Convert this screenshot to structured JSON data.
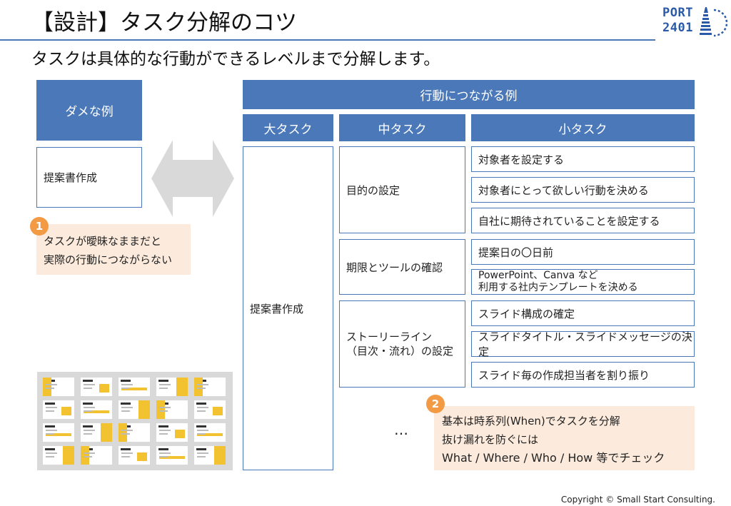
{
  "header": {
    "title": "【設計】タスク分解のコツ",
    "subtitle": "タスクは具体的な行動ができるレベルまで分解します。",
    "logo_line1": "PORT",
    "logo_line2": "2401"
  },
  "bad_example": {
    "header": "ダメな例",
    "cell": "提案書作成",
    "note_number": "1",
    "note_line1": "タスクが曖昧なままだと",
    "note_line2": "実際の行動につながらない"
  },
  "good_example": {
    "header": "行動につながる例",
    "columns": [
      "大タスク",
      "中タスク",
      "小タスク"
    ],
    "large_task": "提案書作成",
    "mid_tasks": [
      {
        "label": "目的の設定"
      },
      {
        "label": "期限とツールの確認"
      },
      {
        "label_line1": "ストーリーライン",
        "label_line2": "（目次・流れ）の設定"
      }
    ],
    "small_tasks": [
      "対象者を設定する",
      "対象者にとって欲しい行動を決める",
      "自社に期待されていることを設定する",
      "提案日の〇日前",
      "PowerPoint、Canva など",
      "利用する社内テンプレートを決める",
      "スライド構成の確定",
      "スライドタイトル・スライドメッセージの決定",
      "スライド毎の作成担当者を割り振り"
    ],
    "ellipsis": "…",
    "note_number": "2",
    "note_line1": "基本は時系列(When)でタスクを分解",
    "note_line2": "抜け漏れを防ぐには",
    "note_line3": "What / Where / Who / How 等でチェック"
  },
  "colors": {
    "header_blue": "#4a78b8",
    "note_bg": "#fcebdc",
    "badge": "#f39a45",
    "arrow": "#d9d9d9",
    "accent_yellow": "#f2c230"
  },
  "footer": {
    "copyright": "Copyright © Small Start Consulting."
  }
}
